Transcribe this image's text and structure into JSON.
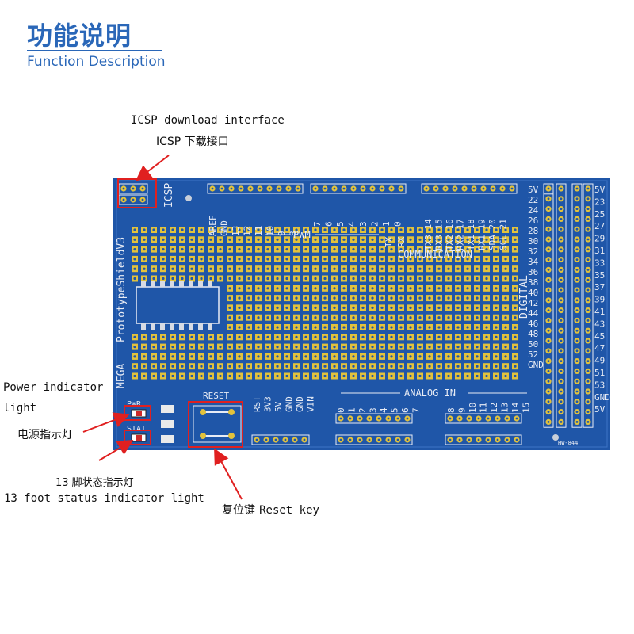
{
  "header": {
    "title_cn": "功能说明",
    "title_en": "Function Description"
  },
  "callouts": {
    "icsp_en": "ICSP download interface",
    "icsp_cn": "ICSP 下载接口",
    "power_en_1": "Power indicator",
    "power_en_2": "light",
    "power_cn": "电源指示灯",
    "pin13_cn": "13 脚状态指示灯",
    "pin13_en": "13 foot status indicator light",
    "reset_cn": "复位键",
    "reset_en": "Reset key"
  },
  "board": {
    "name": "PrototypeShieldV3",
    "mega": "MEGA",
    "icsp": "ICSP",
    "pwm": "PWM",
    "communication": "COMMUNICATION",
    "analog_in": "ANALOG IN",
    "digital": "DIGITAL",
    "reset": "RESET",
    "pwr": "PWR",
    "stat": "STAT",
    "model": "HW-844",
    "pwm_pins": [
      "AREF",
      "GND",
      "13",
      "12",
      "11",
      "10",
      "9",
      "8"
    ],
    "pwm_pins_right": [
      "7",
      "6",
      "5",
      "4",
      "3",
      "2",
      "1",
      "0"
    ],
    "tx_rx": [
      "TX",
      "RX"
    ],
    "comm_pins": [
      "TX3 14",
      "RX3 15",
      "TX2 16",
      "RX2 17",
      "TX1 18",
      "RX1 19",
      "SDA 20",
      "SCL 21"
    ],
    "power_pins": [
      "RST",
      "3V3",
      "5V",
      "GND",
      "GND",
      "VIN"
    ],
    "analog_pins_a": [
      "0",
      "1",
      "2",
      "3",
      "4",
      "5",
      "6",
      "7"
    ],
    "analog_pins_b": [
      "8",
      "9",
      "10",
      "11",
      "12",
      "13",
      "14",
      "15"
    ],
    "digital_left": [
      "5V",
      "22",
      "24",
      "26",
      "28",
      "30",
      "32",
      "34",
      "36",
      "38",
      "40",
      "42",
      "44",
      "46",
      "48",
      "50",
      "52",
      "GND"
    ],
    "digital_right": [
      "5V",
      "23",
      "25",
      "27",
      "29",
      "31",
      "33",
      "35",
      "37",
      "39",
      "41",
      "43",
      "45",
      "47",
      "49",
      "51",
      "53",
      "GND",
      "5V"
    ]
  },
  "colors": {
    "accent": "#2a67b8",
    "board": "#1f56a8",
    "pad": "#e2c23c",
    "callout": "#e02020"
  }
}
